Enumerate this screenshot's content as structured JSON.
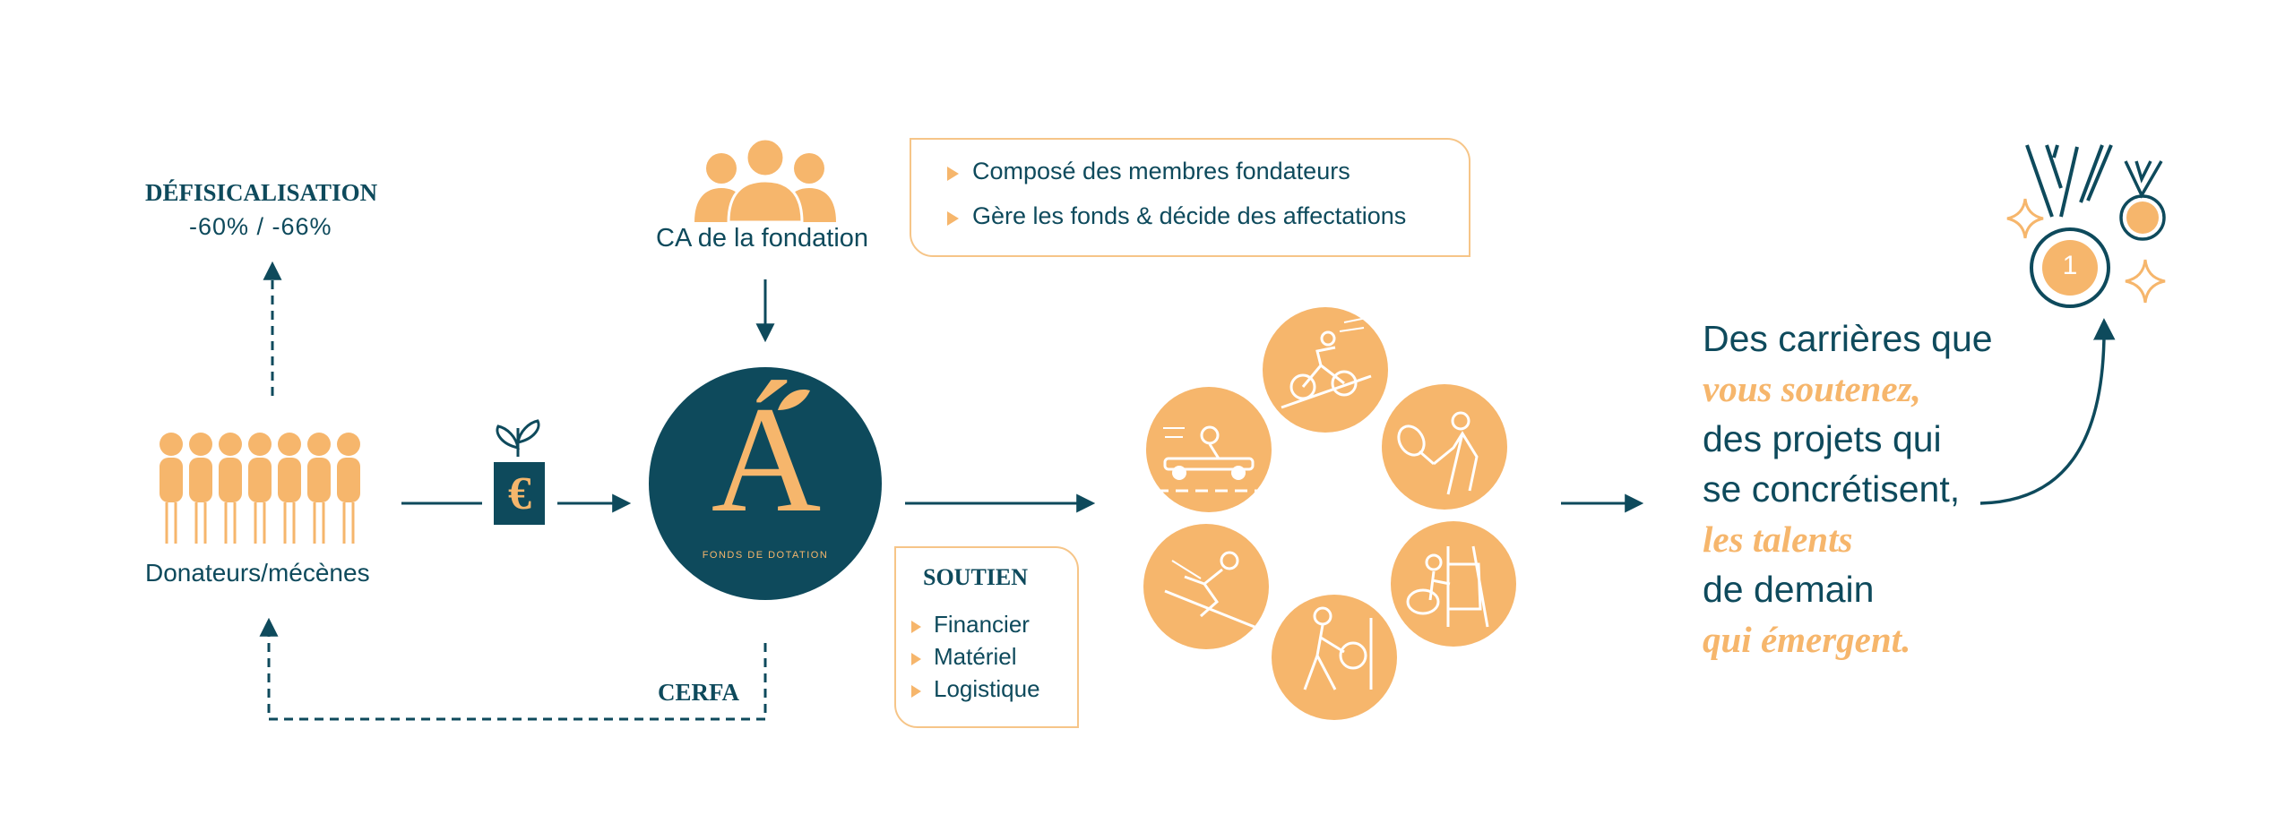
{
  "colors": {
    "teal": "#0e4a5c",
    "orange": "#f6b66c",
    "light_orange": "#f6c588"
  },
  "tax": {
    "title": "DÉFISICALISATION",
    "rates": "-60% / -66%"
  },
  "donors": {
    "label": "Donateurs/mécènes",
    "icon": "people-row-icon"
  },
  "board": {
    "label": "CA de la fondation",
    "icon": "group-icon"
  },
  "board_info": {
    "items": [
      "Composé des membres fondateurs",
      "Gère les fonds & décide des affectations"
    ]
  },
  "foundation": {
    "letter": "Á",
    "caption": "FONDS DE DOTATION"
  },
  "cerfa": {
    "label": "CERFA"
  },
  "support": {
    "title": "SOUTIEN",
    "items": [
      "Financier",
      "Matériel",
      "Logistique"
    ]
  },
  "sports": [
    "cycling-icon",
    "tennis-icon",
    "painting-icon",
    "bowling-icon",
    "skiing-icon",
    "karting-icon"
  ],
  "tagline": {
    "l1": "Des carrières que",
    "l2": "vous soutenez,",
    "l3": "des projets qui",
    "l4": "se concrétisent,",
    "l5": "les talents",
    "l6": "de demain",
    "l7": "qui émergent."
  },
  "medal": {
    "number": "1"
  }
}
